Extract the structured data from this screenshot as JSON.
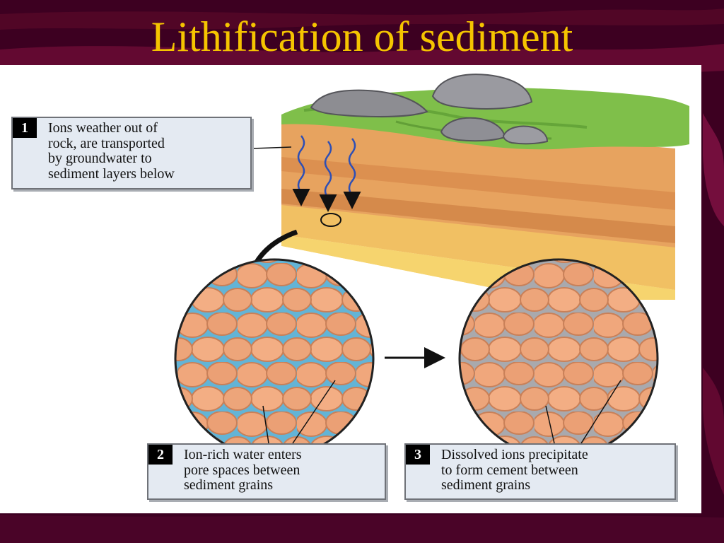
{
  "slide": {
    "title": "Lithification of sediment",
    "colors": {
      "background": "#3d0021",
      "title": "#f5c400",
      "panel": "#ffffff",
      "callout_fill": "#e4eaf2"
    }
  },
  "callouts": [
    {
      "number": "1",
      "lines": [
        "Ions weather out of",
        "rock, are transported",
        "by groundwater to",
        "sediment layers below"
      ]
    },
    {
      "number": "2",
      "lines": [
        "Ion-rich water enters",
        "pore spaces between",
        "sediment grains"
      ]
    },
    {
      "number": "3",
      "lines": [
        "Dissolved ions precipitate",
        "to form cement between",
        "sediment grains"
      ]
    }
  ]
}
